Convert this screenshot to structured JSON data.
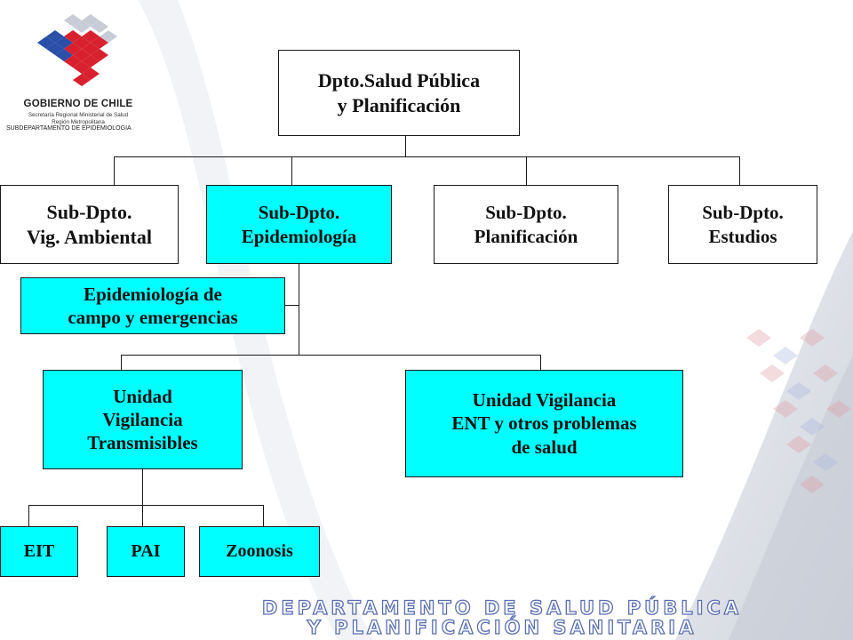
{
  "colors": {
    "box_highlight": "#00ffff",
    "box_default": "#ffffff",
    "connector": "#1a1a1a",
    "footer_outline": "#5a6fb3",
    "logo_red": "#d8202f",
    "logo_blue": "#2a4fa8"
  },
  "logo": {
    "icon": "gobierno-de-chile-logo",
    "title": "GOBIERNO DE CHILE",
    "line1": "Secretaría Regional Ministerial de Salud",
    "line2": "Región Metropolitana"
  },
  "subdepartment_caption": "SUBDEPARTAMENTO DE EPIDEMIOLOGIA",
  "org_chart": {
    "root": [
      "Dpto.Salud Pública",
      "y Planificación"
    ],
    "subdepts": [
      {
        "lines": [
          "Sub-Dpto.",
          "Vig. Ambiental"
        ],
        "highlight": false
      },
      {
        "lines": [
          "Sub-Dpto.",
          "Epidemiología"
        ],
        "highlight": true
      },
      {
        "lines": [
          "Sub-Dpto.",
          "Planificación"
        ],
        "highlight": false
      },
      {
        "lines": [
          "Sub-Dpto.",
          "Estudios"
        ],
        "highlight": false
      }
    ],
    "field_unit": [
      "Epidemiología de",
      "campo y emergencias"
    ],
    "units": [
      {
        "lines": [
          "Unidad",
          "Vigilancia",
          "Transmisibles"
        ],
        "highlight": true
      },
      {
        "lines": [
          "Unidad Vigilancia",
          "ENT y otros problemas",
          "de salud"
        ],
        "highlight": true
      }
    ],
    "programs": [
      {
        "label": "EIT"
      },
      {
        "label": "PAI"
      },
      {
        "label": "Zoonosis"
      }
    ]
  },
  "footer": {
    "line1": "DEPARTAMENTO DE SALUD PÚBLICA",
    "line2": "Y PLANIFICACIÓN SANITARIA"
  }
}
